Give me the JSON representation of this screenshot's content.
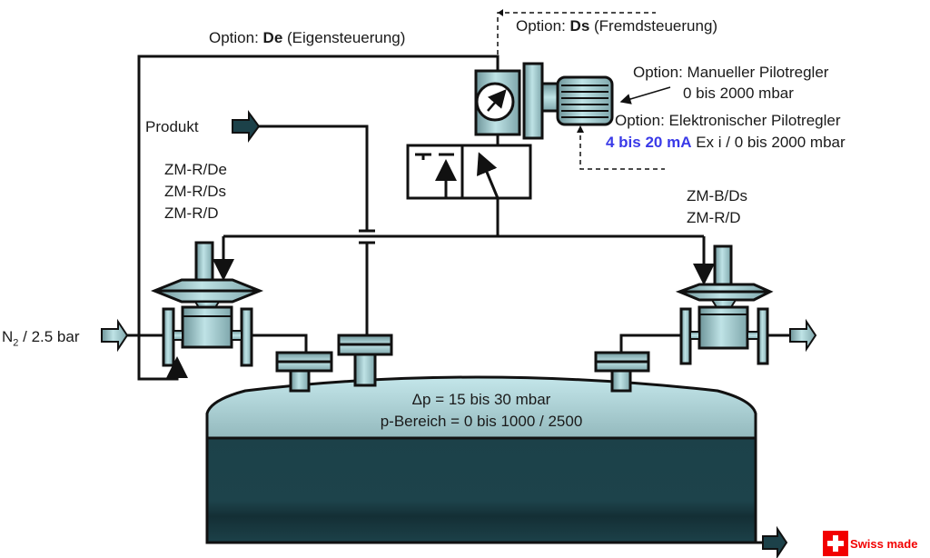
{
  "labels": {
    "option_de_prefix": "Option: ",
    "option_de_code": "De",
    "option_de_suffix": " (Eigensteuerung)",
    "option_ds_prefix": "Option: ",
    "option_ds_code": "Ds",
    "option_ds_suffix": " (Fremdsteuerung)",
    "manual_pilot_line1": "Option: Manueller Pilotregler",
    "manual_pilot_line2": "0 bis 2000 mbar",
    "electronic_pilot_line1": "Option: Elektronischer Pilotregler",
    "electronic_pilot_signal": "4 bis 20 mA",
    "electronic_pilot_rest": " Ex i / 0 bis 2000 mbar",
    "produkt": "Produkt",
    "left_models": [
      "ZM-R/De",
      "ZM-R/Ds",
      "ZM-R/D"
    ],
    "right_models": [
      "ZM-B/Ds",
      "ZM-R/D"
    ],
    "n2_prefix": "N",
    "n2_sub": "2",
    "n2_suffix": " / 2.5 bar",
    "tank_dp": "Δp = 15 bis 30 mbar",
    "tank_range": "p-Bereich = 0 bis 1000 / 2500"
  },
  "badge": {
    "text": "Swiss made"
  },
  "colors": {
    "accent_blue": "#3a3ae8",
    "tank_liquid": "#1c4149",
    "tank_gas": "#b5dbe0",
    "component_fill": "#a9d4d8",
    "swiss_red": "#f20000"
  }
}
